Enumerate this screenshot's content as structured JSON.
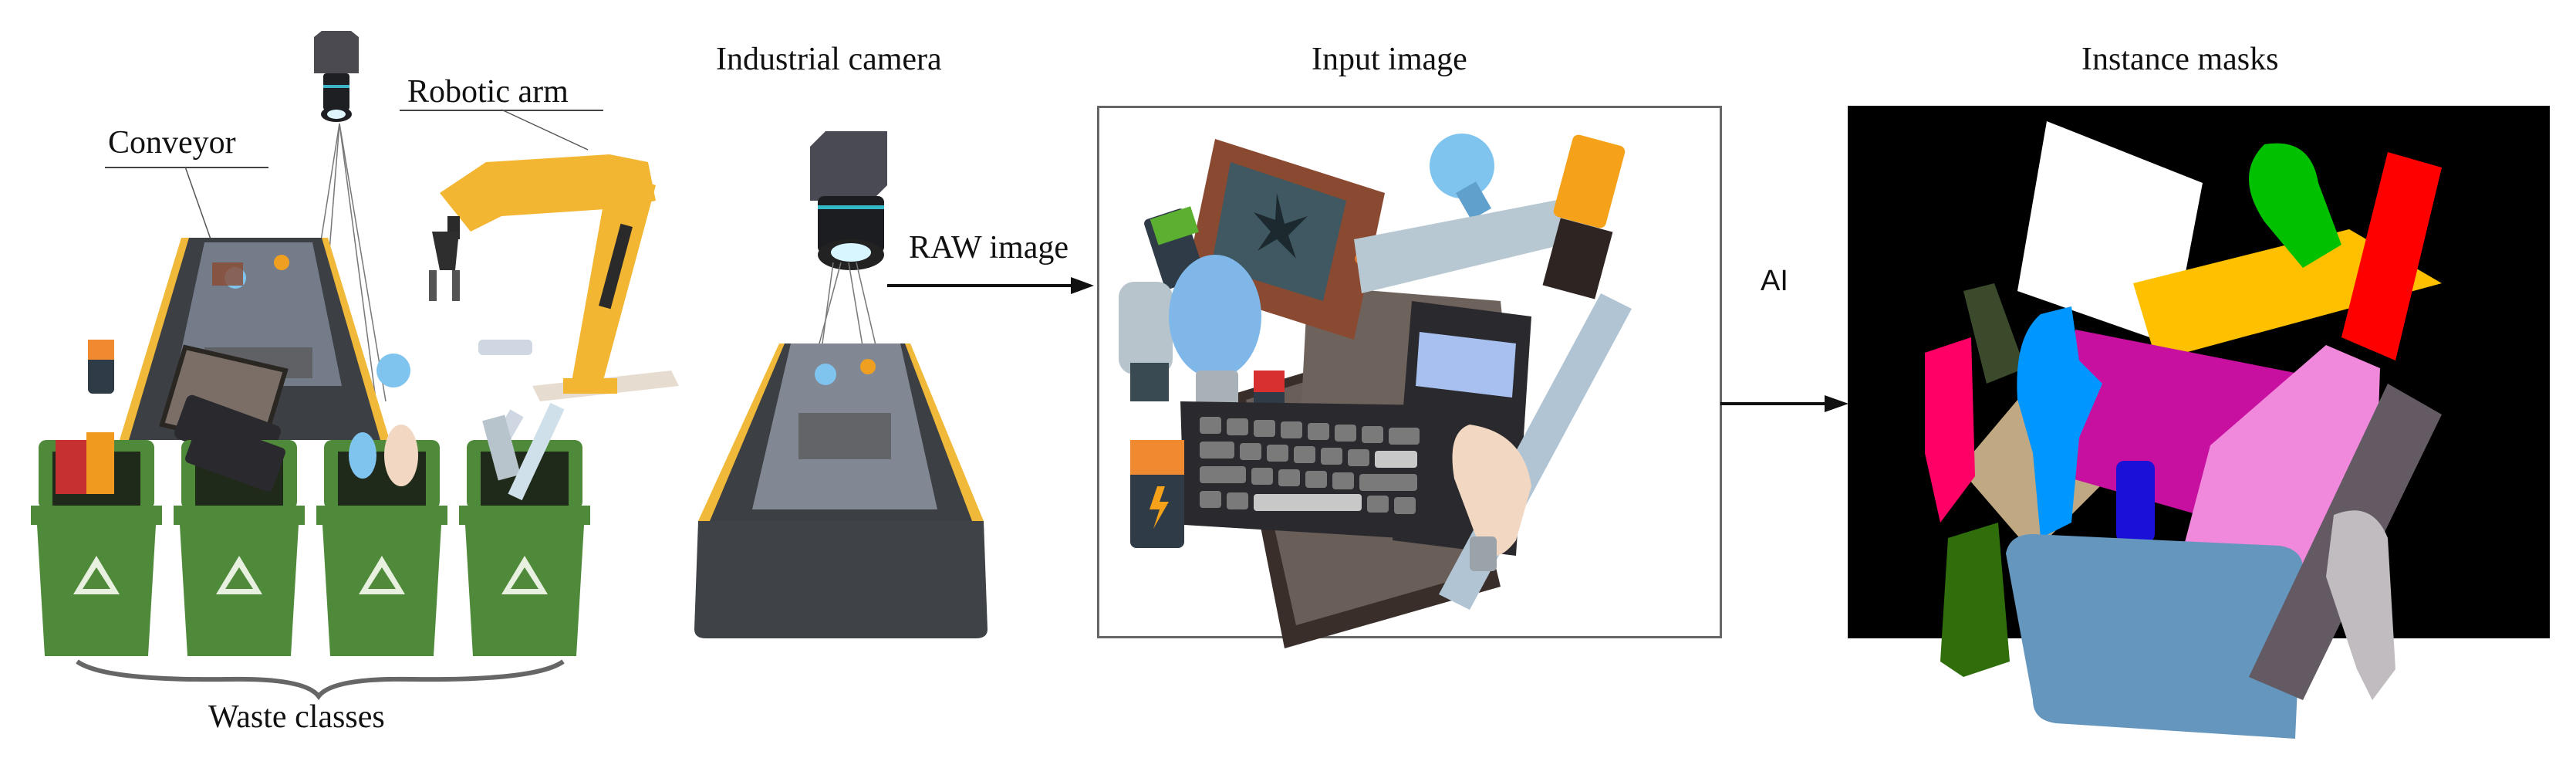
{
  "figure": {
    "stages": {
      "scene": {
        "labels": {
          "robotic_arm": "Robotic arm",
          "conveyor": "Conveyor",
          "waste_classes": "Waste classes"
        },
        "bin_count": 4,
        "bin_color": "#4f8a3a",
        "arm_color": "#f2b632",
        "belt_color": "#3c3f44"
      },
      "camera": {
        "title": "Industrial camera",
        "arrow_label": "RAW image"
      },
      "input": {
        "title": "Input image",
        "items": [
          "broken-tv",
          "light-bulb",
          "battery",
          "fluorescent-tube",
          "cfl-bulb",
          "tablet",
          "calculator",
          "keyboard",
          "led-bulb"
        ]
      },
      "ai": {
        "arrow_label": "AI"
      },
      "output": {
        "title": "Instance masks",
        "background": "#000000",
        "mask_colors": [
          "#ffffff",
          "#00c000",
          "#ff0000",
          "#ffc000",
          "#3a4a2a",
          "#ff0066",
          "#0096ff",
          "#c810a0",
          "#f088dc",
          "#1a10d8",
          "#c0a882",
          "#6496be",
          "#2f6e0a",
          "#645a64",
          "#c0bcc0"
        ]
      }
    }
  }
}
